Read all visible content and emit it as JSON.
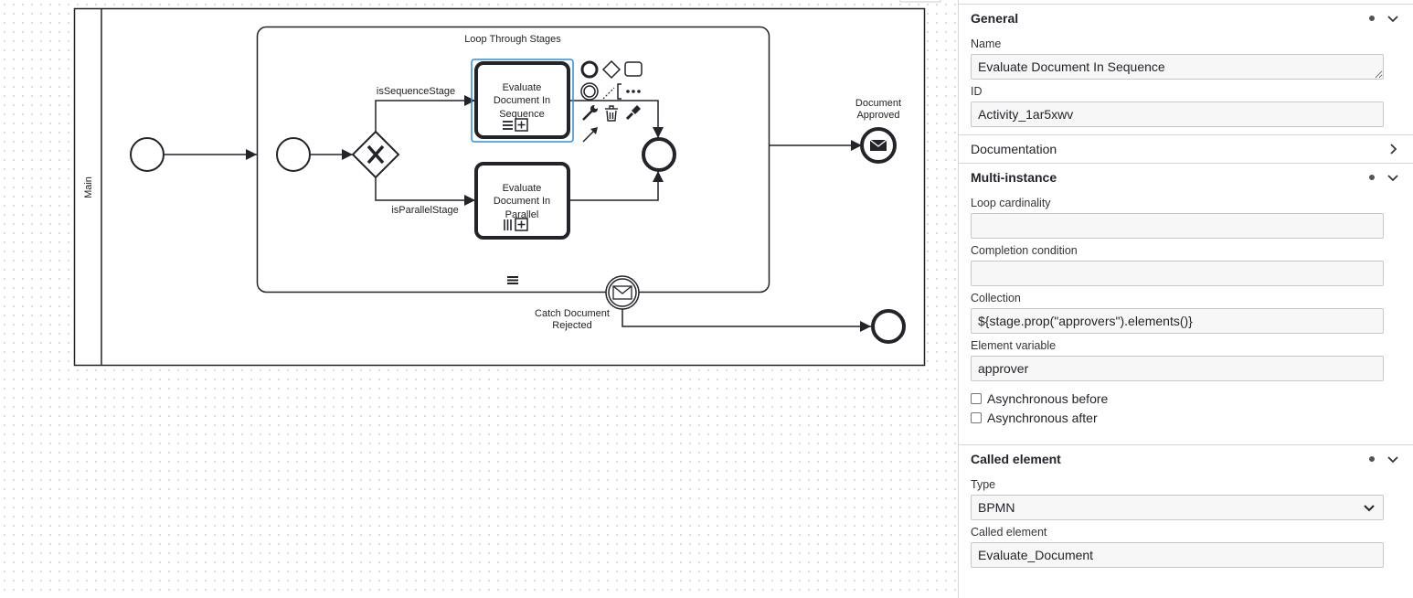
{
  "diagram": {
    "lane_label": "Main",
    "subprocess_label": "Loop Through Stages",
    "flow_sequence_label": "isSequenceStage",
    "flow_parallel_label": "isParallelStage",
    "task_sequence": [
      "Evaluate",
      "Document In",
      "Sequence"
    ],
    "task_parallel": [
      "Evaluate",
      "Document In",
      "Parallel"
    ],
    "end_approved_label": [
      "Document",
      "Approved"
    ],
    "boundary_label": [
      "Catch Document",
      "Rejected"
    ],
    "colors": {
      "selection": "#2e8ede",
      "stroke": "#22242a"
    }
  },
  "panel": {
    "general": {
      "title": "General",
      "name_label": "Name",
      "name_value": "Evaluate Document In Sequence",
      "id_label": "ID",
      "id_value": "Activity_1ar5xwv"
    },
    "documentation": {
      "title": "Documentation"
    },
    "multi_instance": {
      "title": "Multi-instance",
      "loop_cardinality_label": "Loop cardinality",
      "loop_cardinality_value": "",
      "completion_label": "Completion condition",
      "completion_value": "",
      "collection_label": "Collection",
      "collection_value": "${stage.prop(\"approvers\").elements()}",
      "element_variable_label": "Element variable",
      "element_variable_value": "approver",
      "async_before_label": "Asynchronous before",
      "async_after_label": "Asynchronous after"
    },
    "called_element": {
      "title": "Called element",
      "type_label": "Type",
      "type_value": "BPMN",
      "called_label": "Called element",
      "called_value": "Evaluate_Document"
    }
  }
}
